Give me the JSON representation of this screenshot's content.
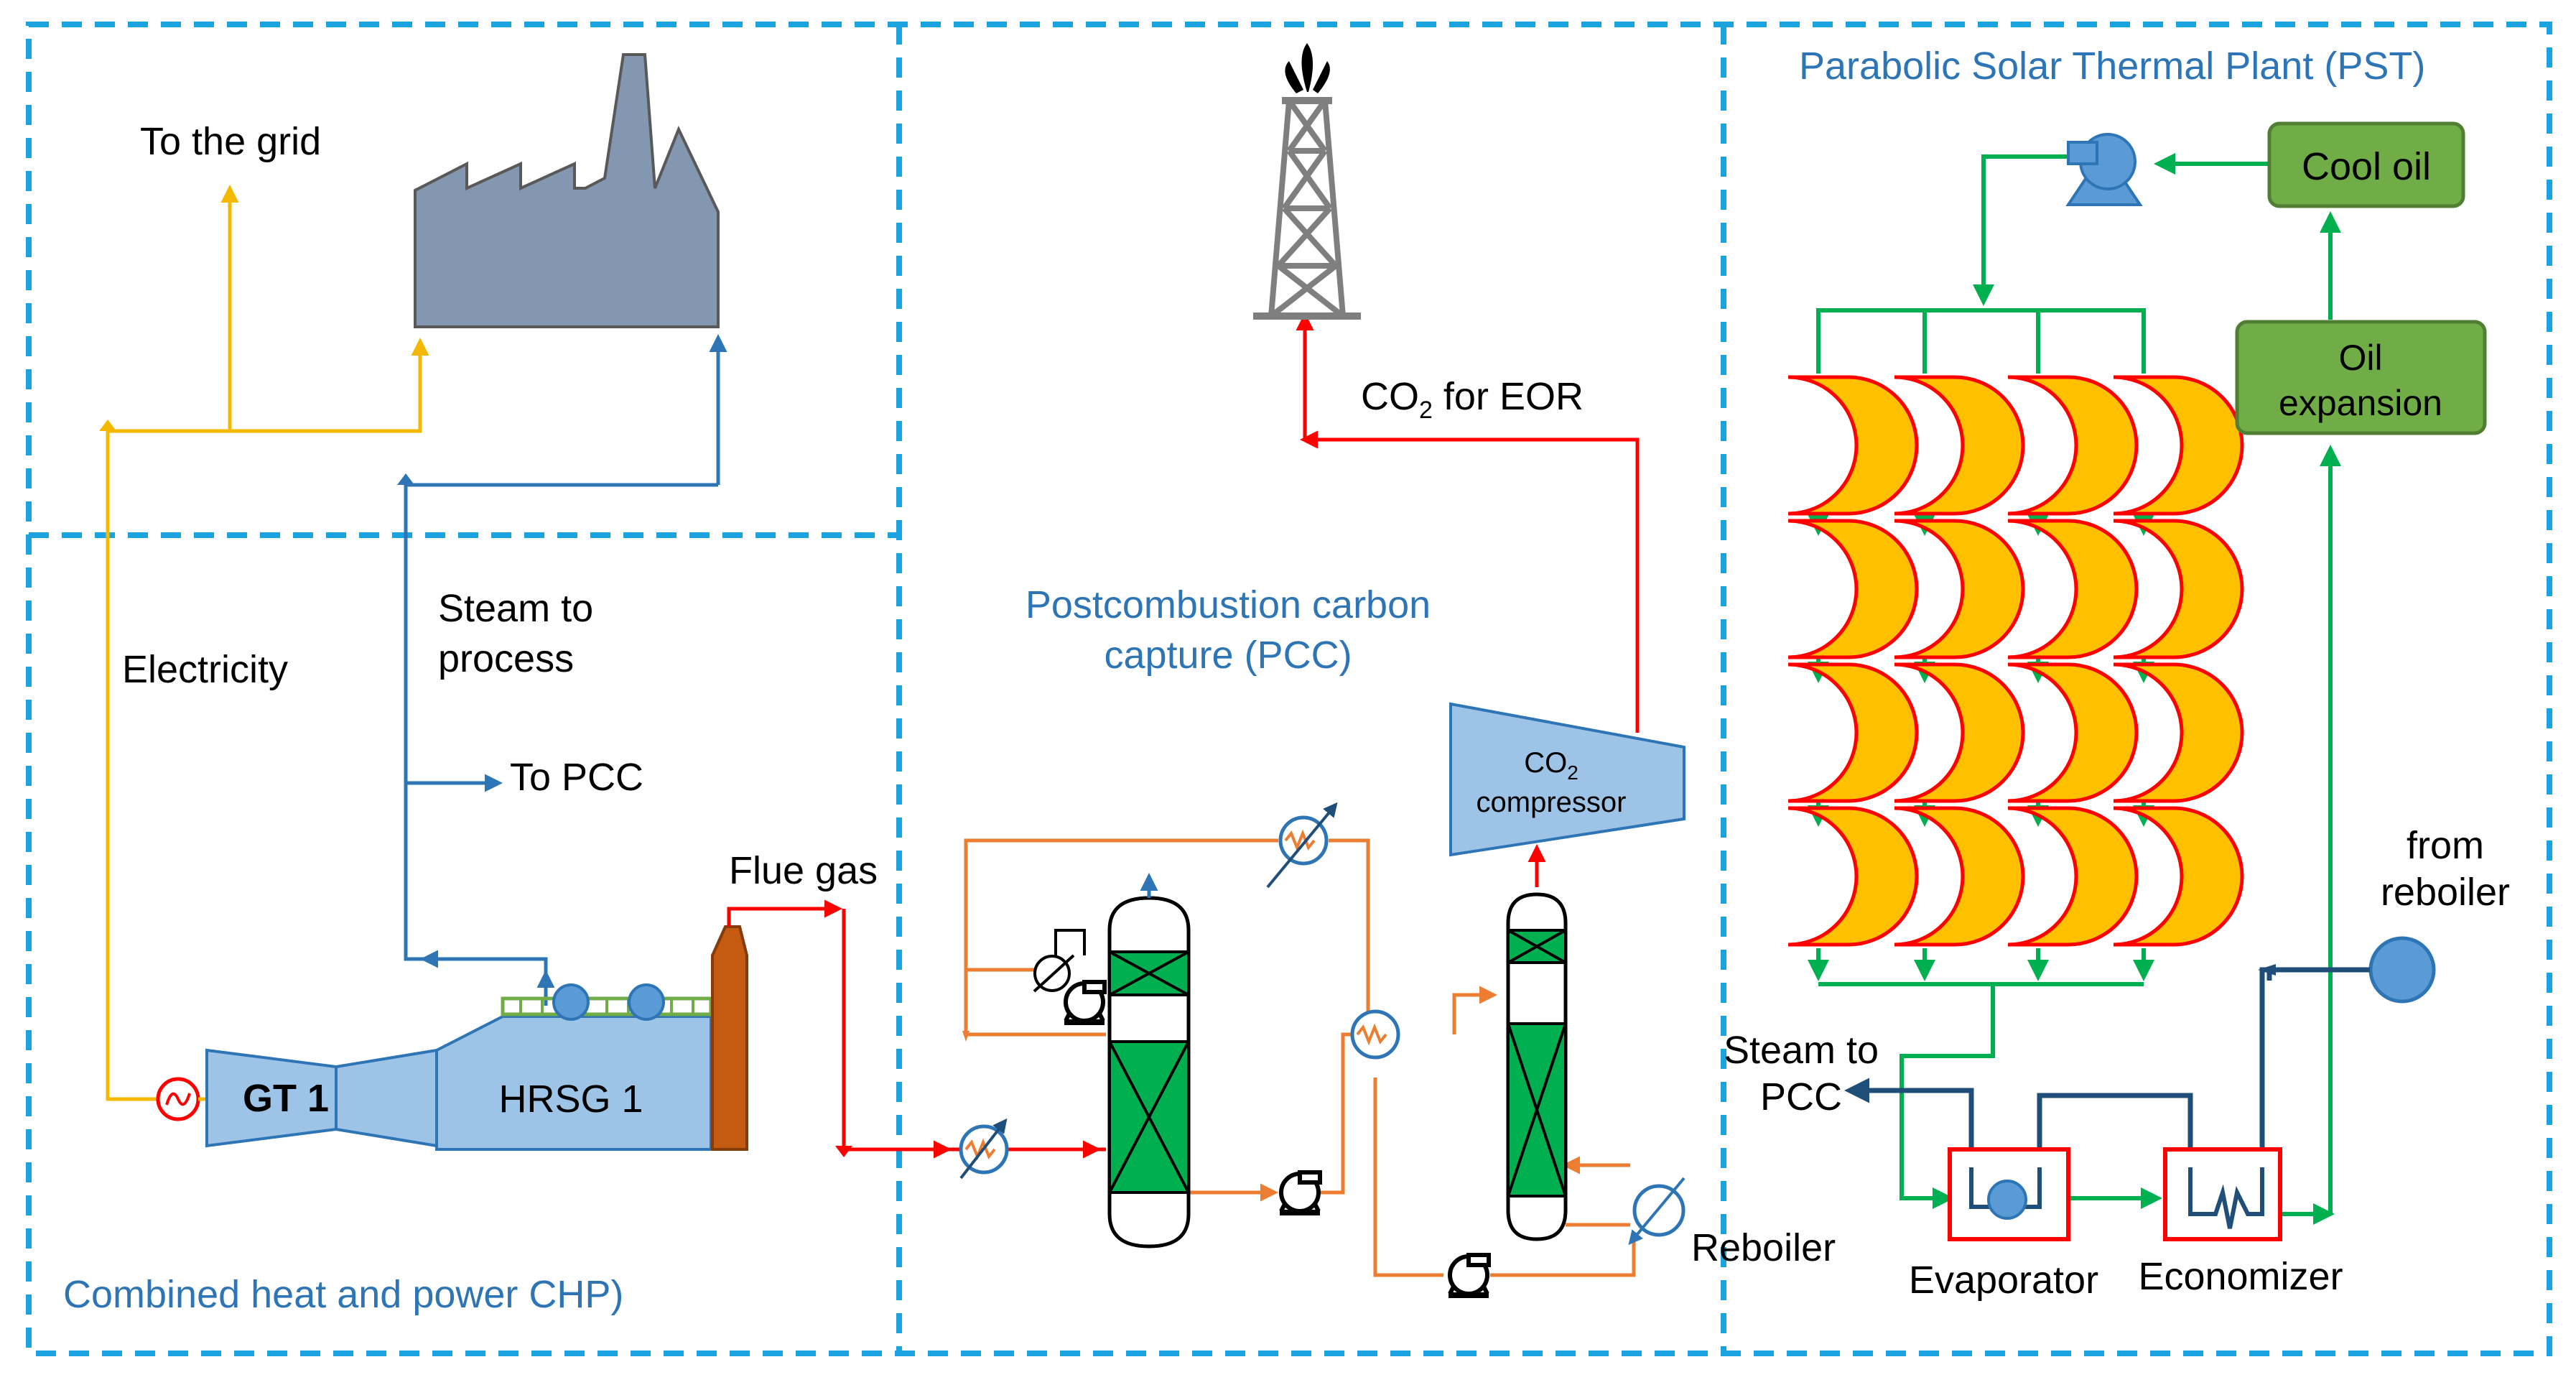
{
  "colors": {
    "section_border": "#1ba3e0",
    "section_title": "#2e75b6",
    "electricity": "#f5b800",
    "steam": "#2e75b6",
    "flue_gas": "#ff0000",
    "solvent": "#ed7d31",
    "oil": "#00b050",
    "feedwater": "#1f4e79",
    "collector_fill": "#ffc000",
    "collector_edge": "#ff0000",
    "factory": "#8497b0",
    "turbine": "#9dc3e6",
    "stack": "#c55a11",
    "packing": "#00b050",
    "oil_box": "#70ad47",
    "oil_box_edge": "#507e32",
    "exchanger_box": "#ff0000",
    "pump": "#5b9bd5"
  },
  "sections": {
    "chp": "Combined heat and power CHP)",
    "pcc_line1": "Postcombustion carbon",
    "pcc_line2": "capture (PCC)",
    "pst": "Parabolic Solar Thermal Plant (PST)"
  },
  "labels": {
    "to_grid": "To the grid",
    "electricity": "Electricity",
    "steam_process_line1": "Steam to",
    "steam_process_line2": "process",
    "to_pcc": "To PCC",
    "flue_gas": "Flue gas",
    "gt": "GT  1",
    "hrsg": "HRSG  1",
    "co2_prefix": "CO",
    "co2_sub": "2",
    "co2_for_eor_suffix": " for EOR",
    "compressor_prefix": "CO",
    "compressor_sub": "2",
    "compressor_line2": "compressor",
    "reboiler": "Reboiler",
    "cool_oil": "Cool oil",
    "oil_expansion_line1": "Oil",
    "oil_expansion_line2": "expansion",
    "from_reboiler_line1": "from",
    "from_reboiler_line2": "reboiler",
    "steam_to_pcc_line1": "Steam to",
    "steam_to_pcc_line2": "PCC",
    "evaporator": "Evaporator",
    "economizer": "Economizer"
  },
  "icons": {
    "generator": "generator-icon",
    "factory": "factory-icon",
    "oil_derrick": "oil-derrick-icon",
    "pump": "pump-icon",
    "heat_exchanger": "heat-exchanger-icon",
    "valve": "control-valve-icon"
  }
}
